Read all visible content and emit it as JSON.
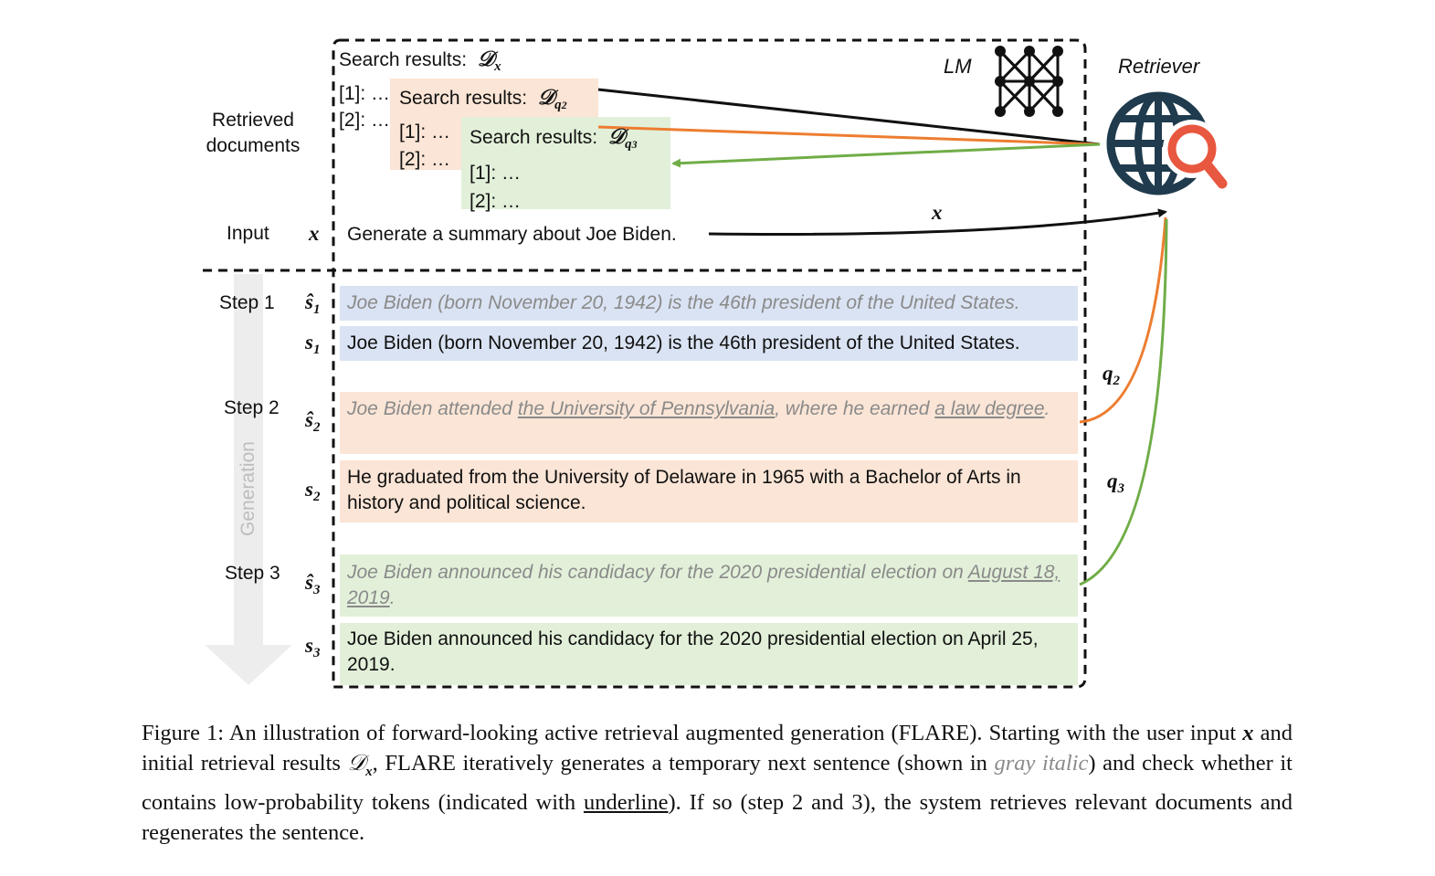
{
  "labels": {
    "retrieved_documents": [
      "Retrieved",
      "documents"
    ],
    "input": "Input",
    "step1": "Step 1",
    "step2": "Step 2",
    "step3": "Step 3",
    "generation": "Generation",
    "lm": "LM",
    "retriever": "Retriever"
  },
  "symbols": {
    "x": "x",
    "s": "s",
    "s_hat": "ŝ",
    "q": "q",
    "D": "𝒟"
  },
  "search_results": {
    "prefix": "Search results:",
    "items": [
      "[1]: …",
      "[2]: …"
    ],
    "subs": [
      "x",
      "q",
      "q"
    ],
    "sub_index": [
      "",
      "2",
      "3"
    ]
  },
  "input_text": "Generate a summary about Joe Biden.",
  "steps": [
    {
      "hat_index": "1",
      "temp_parts": [
        {
          "text": "Joe Biden (born November 20, 1942) is the 46th president of the United States.",
          "u": false
        }
      ],
      "final_text": "Joe Biden (born November 20, 1942) is the 46th president of the United States."
    },
    {
      "hat_index": "2",
      "temp_parts": [
        {
          "text": "Joe Biden attended ",
          "u": false
        },
        {
          "text": "the University of Pennsylvania",
          "u": true
        },
        {
          "text": ", where he earned ",
          "u": false
        },
        {
          "text": "a law degree",
          "u": true
        },
        {
          "text": ".",
          "u": false
        }
      ],
      "final_text": "He graduated from the University of Delaware in 1965 with a Bachelor of Arts in history and political science."
    },
    {
      "hat_index": "3",
      "temp_parts": [
        {
          "text": "Joe Biden announced his candidacy for the 2020 presidential election on ",
          "u": false
        },
        {
          "text": "August 18, 2019",
          "u": true
        },
        {
          "text": ".",
          "u": false
        }
      ],
      "final_text": "Joe Biden announced his candidacy for the 2020 presidential election on April 25, 2019."
    }
  ],
  "caption": {
    "part1": "Figure 1: An illustration of forward-looking active retrieval augmented generation (FLARE). Starting with the user input ",
    "x": "x",
    "part2": " and initial retrieval results ",
    "D": "𝒟",
    "Dsub": "x",
    "part3": ", FLARE iteratively generates a temporary next sentence (shown in ",
    "gray": "gray italic",
    "part4": ") and check whether it contains low-probability tokens (indicated with ",
    "underline": "underline",
    "part5": "). If so (step 2 and 3), the system retrieves relevant documents and regenerates the sentence."
  },
  "colors": {
    "blue": "#dae3f3",
    "orange": "#fbe5d6",
    "green": "#e2f0d9",
    "orange_line": "#ed7d31",
    "green_line": "#70ad47",
    "globe": "#1f3b4d",
    "magnifier": "#e8573f",
    "gray_text": "#8a8a8a",
    "arrow_bg": "#ededed"
  }
}
